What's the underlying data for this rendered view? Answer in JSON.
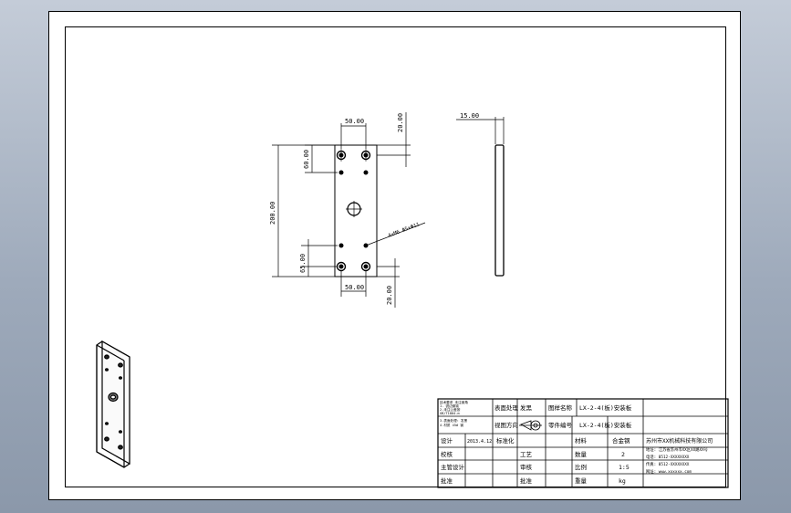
{
  "drawing": {
    "dims": {
      "top_width": "50.00",
      "top_offset": "20.00",
      "upper_pitch": "60.00",
      "total_height": "200.00",
      "lower_pitch": "65.00",
      "bottom_width": "50.00",
      "bottom_offset": "20.00",
      "hole_callout": "4xM6 Φ5xΦ11",
      "thickness": "15.00"
    }
  },
  "title_block": {
    "notes": [
      "技术要求 未注倒角",
      "1. 锐边倒钝",
      "2.未注公差按",
      "GB/T1804-m",
      "3.表面处理: 发黑",
      "4.材质 45# 钢"
    ],
    "surface_label": "表面处理",
    "surface_value": "发黑",
    "material_name_label": "图样名称",
    "material_name_value": "LX-2-4(板)安装板",
    "material_code_label": "零件编号",
    "material_code_value": "LX-2-4(板)安装板",
    "projection_label": "视图方向",
    "r3_designer": "设计",
    "r3_date": "2013.4.12",
    "r3_std": "标准化",
    "r3_material_label": "材料",
    "r3_material_value": "合金钢",
    "r4_check": "校核",
    "r4_process": "工艺",
    "r4_qty_label": "数量",
    "r4_qty_value": "2",
    "r5_review": "主管设计",
    "r5_audit": "审核",
    "r5_scale_label": "比例",
    "r5_scale_value": "1:5",
    "r6_approve": "批准",
    "r6_sign": "批准",
    "r6_weight_label": "重量",
    "r6_weight_value": "kg",
    "company_name": "苏州市XX机械科技有限公司",
    "company_addr": "地址: 江苏省苏州市XX区XX路XX号",
    "company_tel": "电话: 0512-XXXXXXXX",
    "company_fax": "传真: 0512-XXXXXXXX",
    "company_web": "网址: www.xxxxxx.com"
  }
}
